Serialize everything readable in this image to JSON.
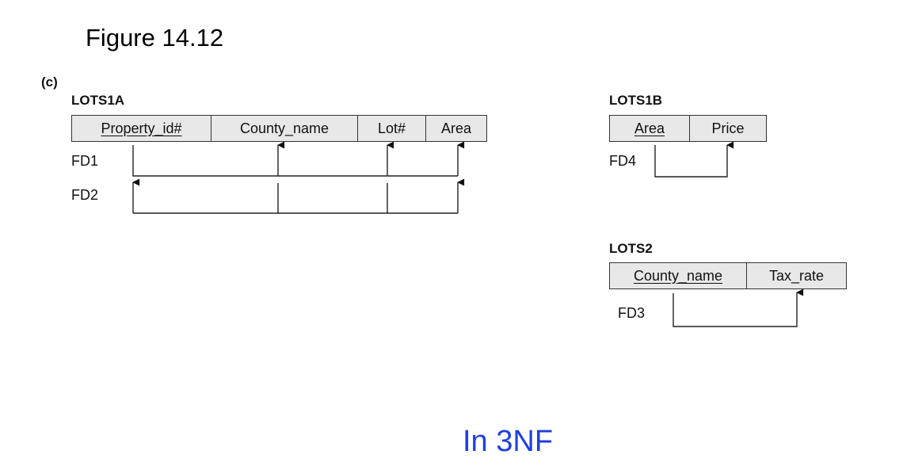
{
  "figure_title": "Figure 14.12",
  "part_label": "(c)",
  "relations": {
    "lots1a": {
      "name": "LOTS1A",
      "attributes": [
        "Property_id#",
        "County_name",
        "Lot#",
        "Area"
      ],
      "keys": [
        true,
        false,
        false,
        false
      ]
    },
    "lots1b": {
      "name": "LOTS1B",
      "attributes": [
        "Area",
        "Price"
      ],
      "keys": [
        true,
        false
      ]
    },
    "lots2": {
      "name": "LOTS2",
      "attributes": [
        "County_name",
        "Tax_rate"
      ],
      "keys": [
        true,
        false
      ]
    }
  },
  "dependencies": {
    "fd1": "FD1",
    "fd2": "FD2",
    "fd3": "FD3",
    "fd4": "FD4"
  },
  "footer": "In 3NF"
}
